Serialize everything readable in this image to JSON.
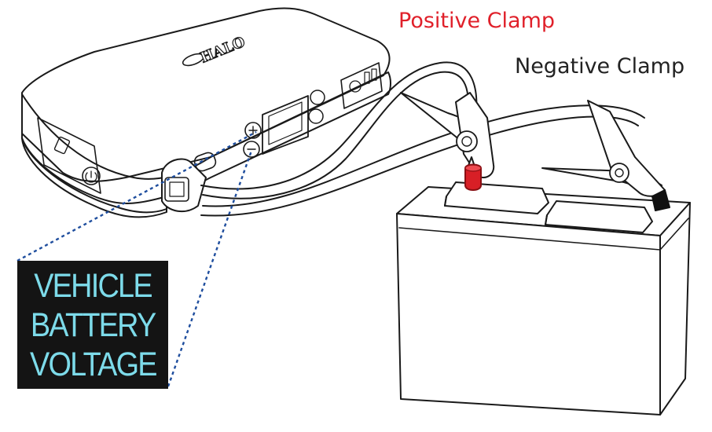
{
  "labels": {
    "positive_clamp": "Positive Clamp",
    "negative_clamp": "Negative Clamp"
  },
  "device": {
    "brand": "HALO"
  },
  "callout": {
    "lines": [
      "VEHICLE",
      "BATTERY",
      "VOLTAGE"
    ]
  },
  "colors": {
    "positive": "#e0202a",
    "negative": "#222222",
    "callout_bg": "#141414",
    "callout_text": "#7ddbea",
    "leader_line": "#1f4e9e",
    "outline": "#1a1a1a",
    "terminal_positive": "#d81f26",
    "terminal_negative": "#111111"
  }
}
